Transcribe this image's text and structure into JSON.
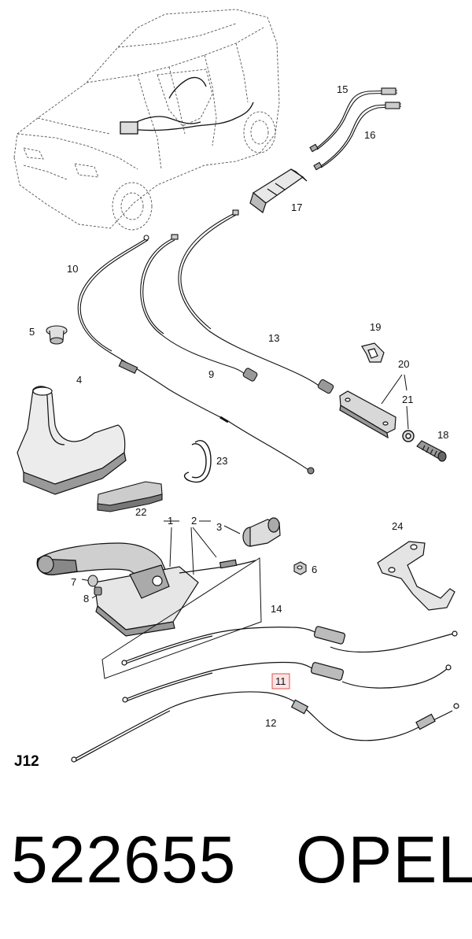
{
  "diagram": {
    "section_code": "J12",
    "selected_callout": "11",
    "callouts": {
      "c1": "1",
      "c2": "2",
      "c3": "3",
      "c4": "4",
      "c5": "5",
      "c6": "6",
      "c7": "7",
      "c8": "8",
      "c9": "9",
      "c10": "10",
      "c11": "11",
      "c12": "12",
      "c13": "13",
      "c14": "14",
      "c15": "15",
      "c16": "16",
      "c17": "17",
      "c18": "18",
      "c19": "19",
      "c20": "20",
      "c21": "21",
      "c22": "22",
      "c23": "23",
      "c24": "24"
    }
  },
  "footer": {
    "part_number": "522655",
    "brand": "OPEL"
  }
}
